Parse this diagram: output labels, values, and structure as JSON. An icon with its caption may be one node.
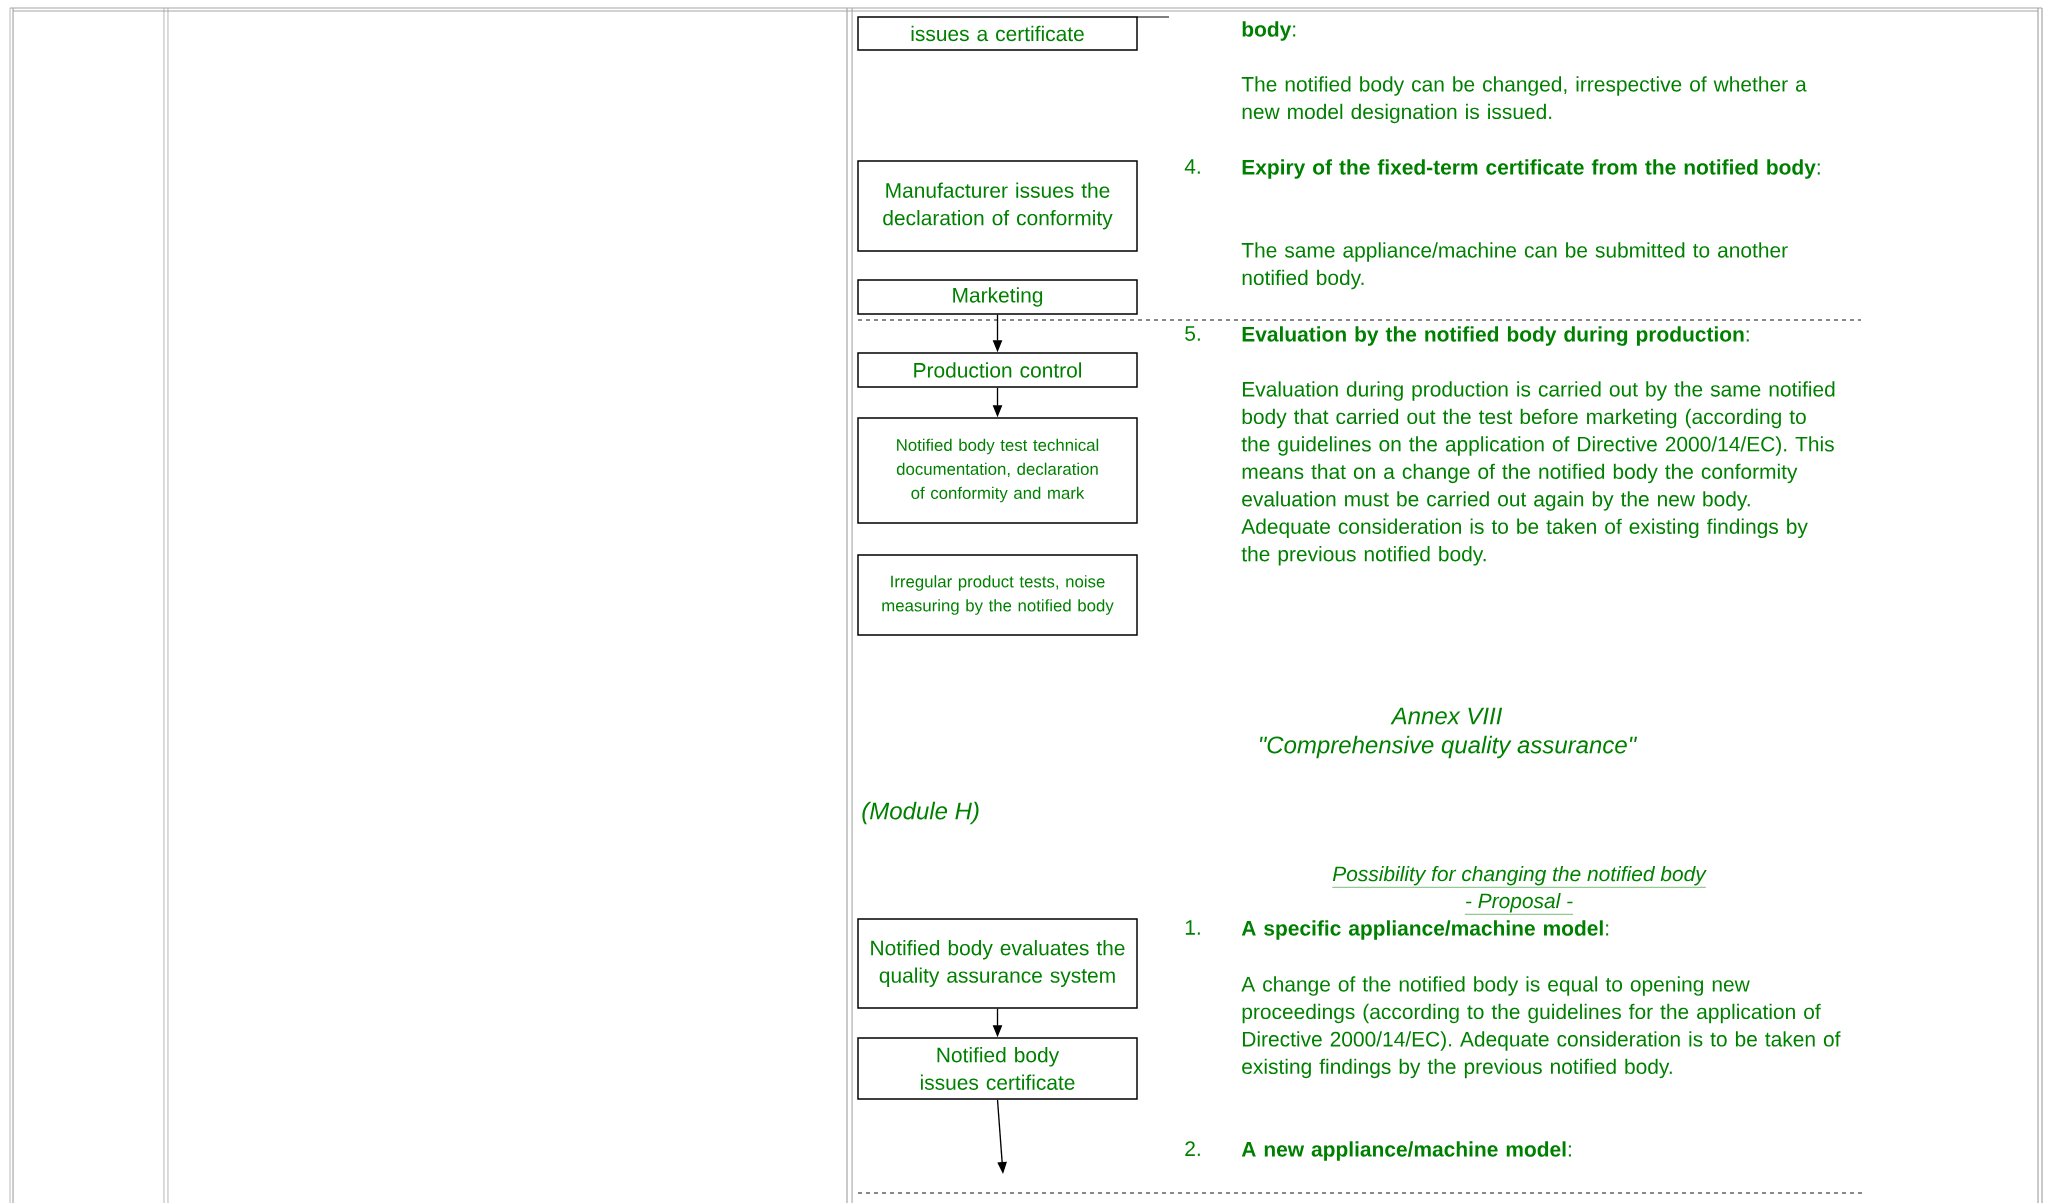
{
  "diagram": {
    "nodes": [
      {
        "text": [
          "issues a certificate"
        ]
      },
      {
        "text": [
          "Manufacturer issues the declaration of conformity"
        ]
      },
      {
        "text": [
          "Marketing"
        ]
      },
      {
        "text": [
          "Production control"
        ]
      },
      {
        "text": [
          "Notified body test technical documentation, declaration of conformity and mark"
        ]
      },
      {
        "text": [
          "Irregular product tests, noise measuring by the notified body"
        ]
      },
      {
        "text": [
          "Notified body evaluates the quality assurance system"
        ]
      },
      {
        "text": [
          "Notified body issues certificate"
        ]
      }
    ],
    "edges": [
      {
        "from": 2,
        "to": 3,
        "arrow": "to"
      },
      {
        "from": 3,
        "to": 4,
        "arrow": "to"
      },
      {
        "from": 6,
        "to": 7,
        "arrow": "to"
      },
      {
        "from": 7,
        "to": null,
        "arrow": "to"
      }
    ],
    "labels": [
      "**body**:",
      "The notified body can be changed, irrespective of whether a new model designation is issued.",
      "4.",
      "**Expiry of the fixed-term certificate from the notified body**:",
      "The same appliance/machine can be submitted to another notified body.",
      "5.",
      "**Evaluation by the notified body during production**:",
      "Evaluation during production is carried out by the same notified body that carried out the test before marketing (according to the guidelines on the application of Directive 2000/14/EC). This means that on a change of the notified body the conformity evaluation must be carried out again by the new body. Adequate consideration is to be taken of existing findings by the previous notified body.",
      "Annex VIII",
      "\"Comprehensive quality assurance\"",
      "(Module H)",
      "Possibility for changing the notified body",
      "- Proposal -",
      "1.",
      "**A specific appliance/machine model**:",
      "A change of the notified body is equal to opening new proceedings (according to the guidelines for the application of Directive 2000/14/EC). Adequate consideration is to be taken of existing findings by the previous notified body.",
      "2.",
      "**A new appliance/machine model**:"
    ]
  }
}
